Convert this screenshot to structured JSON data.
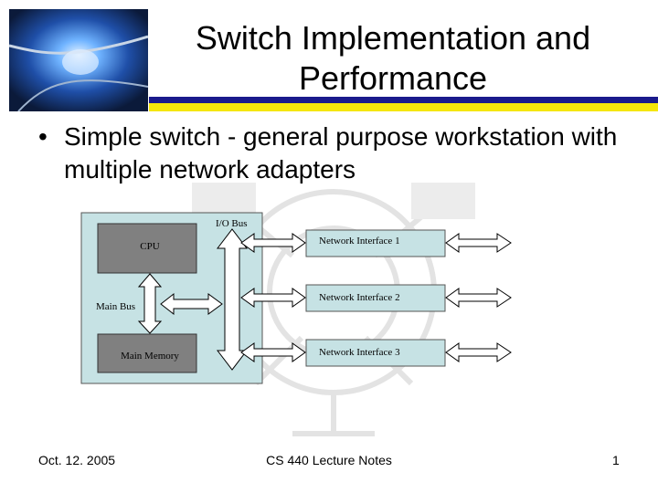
{
  "slide": {
    "title": "Switch Implementation and Performance",
    "bullet": "Simple switch - general purpose workstation with multiple network adapters",
    "bullet_marker": "•"
  },
  "diagram": {
    "cpu_label": "CPU",
    "main_bus_label": "Main Bus",
    "main_memory_label": "Main Memory",
    "io_bus_label": "I/O Bus",
    "interfaces": [
      "Network Interface 1",
      "Network Interface 2",
      "Network Interface 3"
    ]
  },
  "footer": {
    "date": "Oct. 12. 2005",
    "course": "CS 440 Lecture Notes",
    "page": "1"
  },
  "colors": {
    "box_fill": "#c6e2e4",
    "box_gray": "#808080",
    "title_bar_blue": "#1a1a8c",
    "title_bar_yellow": "#f5e60a"
  }
}
